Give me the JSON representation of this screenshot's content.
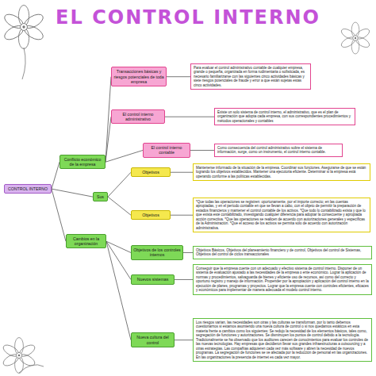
{
  "diagram": {
    "title": "EL CONTROL INTERNO",
    "nodes": [
      {
        "text": [
          "CONTROL INTERNO"
        ]
      },
      {
        "text": [
          "Conflicto económico de la empresa"
        ]
      },
      {
        "text": [
          "Sus"
        ]
      },
      {
        "text": [
          "Cambios en la organización"
        ]
      },
      {
        "text": [
          "Transacciones básicas y riesgos potenciales de toda empresa"
        ]
      },
      {
        "text": [
          "Para evaluar el control administrativo contable de cualquier empresa, grande o pequeña, organizada en forma rudimentaria o sofisticada, es necesario familiarizarse con las siguientes cinco actividades básicas y siete riesgos potenciales de fraude y error a que están sujetas estas cinco actividades."
        ]
      },
      {
        "text": [
          "El control interno administrativo"
        ]
      },
      {
        "text": [
          "Existe un solo sistema de control interno, el administrativo, que es el plan de organización que adopta cada empresa, con sus correspondientes procedimientos y métodos operacionales y contables"
        ]
      },
      {
        "text": [
          "El control interno contable"
        ]
      },
      {
        "text": [
          "Como consecuencia del control administrativo sobre el sistema de información, surge, como un instrumento, el control interno contable."
        ]
      },
      {
        "text": [
          "Objetivos"
        ]
      },
      {
        "text": [
          "Mantenerse informado de la situación de la empresa. Coordinar sus funciones. Asegurarse de que se están logrando los objetivos establecidos. Mantener una ejecutoria eficiente. Determinar si la empresa está operando conforme a las políticas establecidas."
        ]
      },
      {
        "text": [
          "Objetivos"
        ]
      },
      {
        "text": [
          "*Que todas las operaciones se registren: oportunamente, por el importe correcto; en las cuentas apropiadas, y en el período contable en que se llevan a cabo, con el objeto de permitir la preparación de estados financieros y mantener el control contable de los activos. *Que todo lo contabilizado exista y que lo que exista esté contabilizado, investigando cualquier diferencia para adoptar la consecuente y apropiada acción correctiva. *Que las operaciones se realicen de acuerdo con autorizaciones generales y específicas de la Administración. *Que el acceso de los activos se permita sólo de acuerdo con autorización administrativa."
        ]
      },
      {
        "text": [
          "Objetivos de los controles internos"
        ]
      },
      {
        "text": [
          "Objetivos Básicos, Objetivos del planeamiento financiero y de control, Objetivos del control de Sistemas, Objetivos del control de ciclos transaccionales"
        ]
      },
      {
        "text": [
          "Nuevos sistemas"
        ]
      },
      {
        "text": [
          "Conseguir que la empresa cuente con un adecuado y efectivo sistema de control interno. Disponer de un sistema de evaluación ajustado a las necesidades de la empresa o ente económico. Lograr la aplicación de normas y procedimientos, salvaguarda de bienes y eficiente uso de recursos, así como del correcto y oportuno registro y manejo de información. Propender por la apropiación y aplicación del control interno en la ejecución de planes, programas y proyectos. Lograr que la empresa cuente con controles eficientes, eficaces y económicos para implementar de manera adecuada el modelo control interno."
        ]
      },
      {
        "text": [
          "Nueva cultura del control"
        ]
      },
      {
        "text": [
          "Los riesgos varían, las necesidades son otras y las culturas se transforman, por lo tanto debemos cuestionarnos si estamos asumiendo una nueva cultura de control o si nos quedamos estáticos en esta materia frente a cambios como los siguientes: Se redujo la necesidad de los elementos básicos, tales como, segregación de funciones y autorizaciones. Se disminuyen los puntos de control debido a la tecnología. Tradicionalmente se ha observado que los auditores carecen de conocimientos para evaluar los controles de las nuevas tecnologías. Hay empresas que decidieron llevar sus grandes infraestructuras a outsourcing y a otras estrategias. Las compañías adquieren cada vez más software y abren la necesidad de nuevos programas. La segregación de funciones se ve afectada por la reducción de personal en las organizaciones. En las organizaciones la presencia de internet es cada vez mayor."
        ]
      }
    ],
    "edges": [
      {
        "from": 0,
        "to": 1,
        "arrow": "none"
      },
      {
        "from": 0,
        "to": 2,
        "arrow": "none"
      },
      {
        "from": 0,
        "to": 3,
        "arrow": "none"
      },
      {
        "from": 1,
        "to": 4,
        "arrow": "none"
      },
      {
        "from": 1,
        "to": 6,
        "arrow": "none"
      },
      {
        "from": 1,
        "to": 8,
        "arrow": "none"
      },
      {
        "from": 2,
        "to": 10,
        "arrow": "none"
      },
      {
        "from": 2,
        "to": 12,
        "arrow": "none"
      },
      {
        "from": 3,
        "to": 14,
        "arrow": "none"
      },
      {
        "from": 3,
        "to": 16,
        "arrow": "none"
      },
      {
        "from": 3,
        "to": 18,
        "arrow": "none"
      },
      {
        "from": 4,
        "to": 5,
        "arrow": "none"
      },
      {
        "from": 6,
        "to": 7,
        "arrow": "none"
      },
      {
        "from": 8,
        "to": 9,
        "arrow": "none"
      },
      {
        "from": 10,
        "to": 11,
        "arrow": "none"
      },
      {
        "from": 12,
        "to": 13,
        "arrow": "none"
      },
      {
        "from": 14,
        "to": 15,
        "arrow": "none"
      },
      {
        "from": 16,
        "to": 17,
        "arrow": "none"
      },
      {
        "from": 18,
        "to": 19,
        "arrow": "none"
      }
    ]
  }
}
